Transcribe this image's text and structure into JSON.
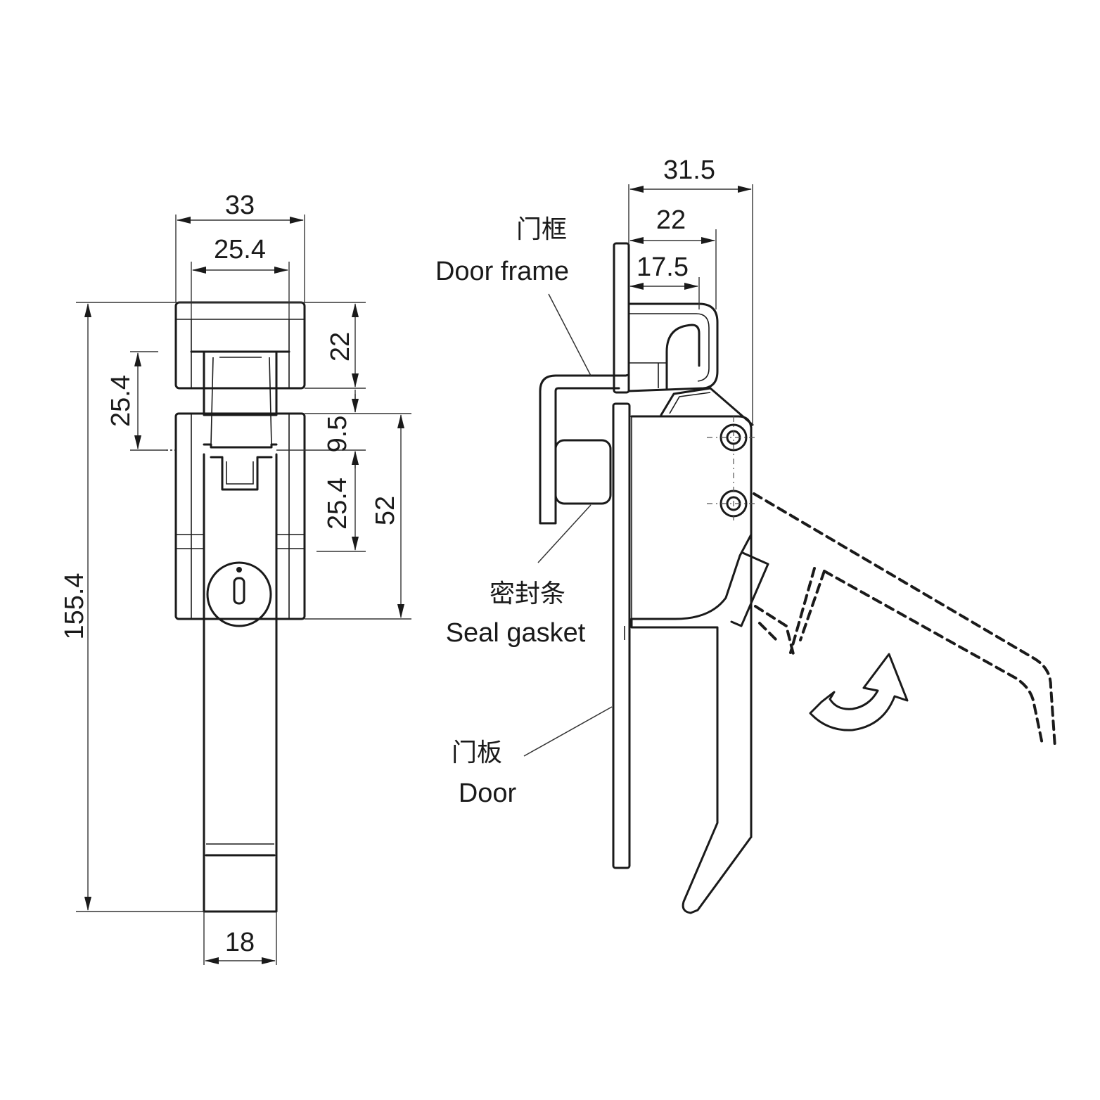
{
  "front_view": {
    "dimensions": {
      "overall_width": "33",
      "inner_width": "25.4",
      "top_height": "22",
      "gap": "9.5",
      "left_offset": "25.4",
      "middle": "25.4",
      "body_height": "52",
      "total_height": "155.4",
      "handle_width": "18"
    }
  },
  "side_view": {
    "dimensions": {
      "total_depth": "31.5",
      "depth_22": "22",
      "depth_17_5": "17.5"
    },
    "labels": {
      "door_frame_cn": "门框",
      "door_frame_en": "Door frame",
      "seal_gasket_cn": "密封条",
      "seal_gasket_en": "Seal gasket",
      "door_cn": "门板",
      "door_en": "Door"
    }
  }
}
